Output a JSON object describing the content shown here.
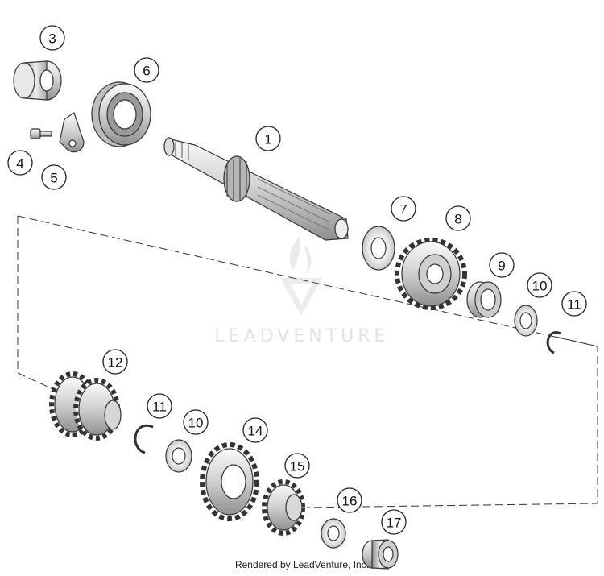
{
  "watermark": {
    "text": "LEADVENTURE"
  },
  "footer": {
    "text": "Rendered by LeadVenture, Inc."
  },
  "callouts": [
    {
      "name": "callout-1",
      "label": "1"
    },
    {
      "name": "callout-3",
      "label": "3"
    },
    {
      "name": "callout-4",
      "label": "4"
    },
    {
      "name": "callout-5",
      "label": "5"
    },
    {
      "name": "callout-6",
      "label": "6"
    },
    {
      "name": "callout-7",
      "label": "7"
    },
    {
      "name": "callout-8",
      "label": "8"
    },
    {
      "name": "callout-9",
      "label": "9"
    },
    {
      "name": "callout-10a",
      "label": "10"
    },
    {
      "name": "callout-11a",
      "label": "11"
    },
    {
      "name": "callout-12",
      "label": "12"
    },
    {
      "name": "callout-11b",
      "label": "11"
    },
    {
      "name": "callout-10b",
      "label": "10"
    },
    {
      "name": "callout-14",
      "label": "14"
    },
    {
      "name": "callout-15",
      "label": "15"
    },
    {
      "name": "callout-16",
      "label": "16"
    },
    {
      "name": "callout-17",
      "label": "17"
    }
  ]
}
